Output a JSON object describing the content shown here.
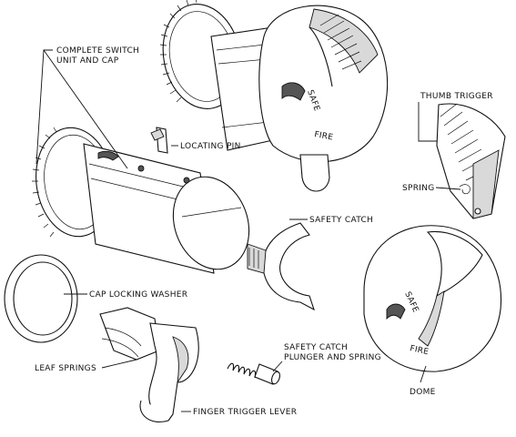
{
  "labels": {
    "complete_switch": [
      "COMPLETE SWITCH",
      "UNIT AND CAP"
    ],
    "locating_pin": "LOCATING PIN",
    "thumb_trigger": "THUMB TRIGGER",
    "spring": "SPRING",
    "safety_catch": "SAFETY CATCH",
    "cap_locking_washer": "CAP LOCKING WASHER",
    "leaf_springs": "LEAF SPRINGS",
    "safety_catch_plunger": [
      "SAFETY CATCH",
      "PLUNGER AND SPRING"
    ],
    "dome": "DOME",
    "finger_trigger_lever": "FINGER TRIGGER LEVER"
  },
  "engravings": {
    "safe": "SAFE",
    "fire": "FIRE"
  }
}
